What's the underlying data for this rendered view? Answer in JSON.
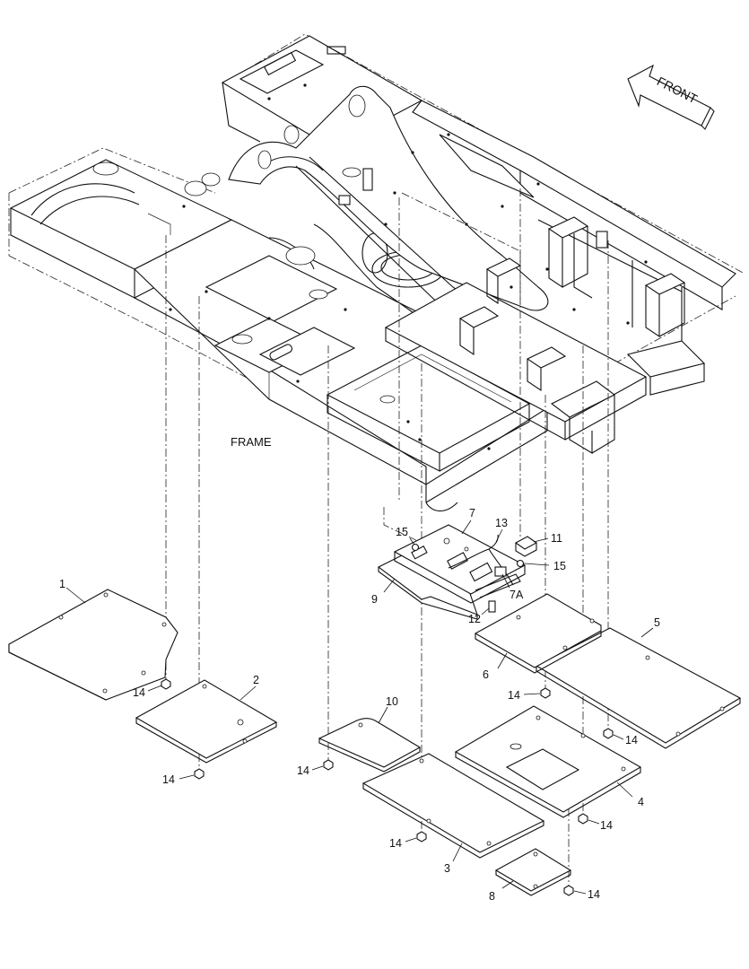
{
  "diagram": {
    "frame_label": "FRAME",
    "front_label": "FRONT",
    "callouts": {
      "c1": "1",
      "c2": "2",
      "c3": "3",
      "c4": "4",
      "c5": "5",
      "c6": "6",
      "c7": "7",
      "c7a": "7A",
      "c8": "8",
      "c9": "9",
      "c10": "10",
      "c11": "11",
      "c12": "12",
      "c13": "13",
      "c15a": "15",
      "c15b": "15",
      "c14a": "14",
      "c14b": "14",
      "c14c": "14",
      "c14d": "14",
      "c14e": "14",
      "c14f": "14",
      "c14g": "14",
      "c14h": "14"
    }
  }
}
